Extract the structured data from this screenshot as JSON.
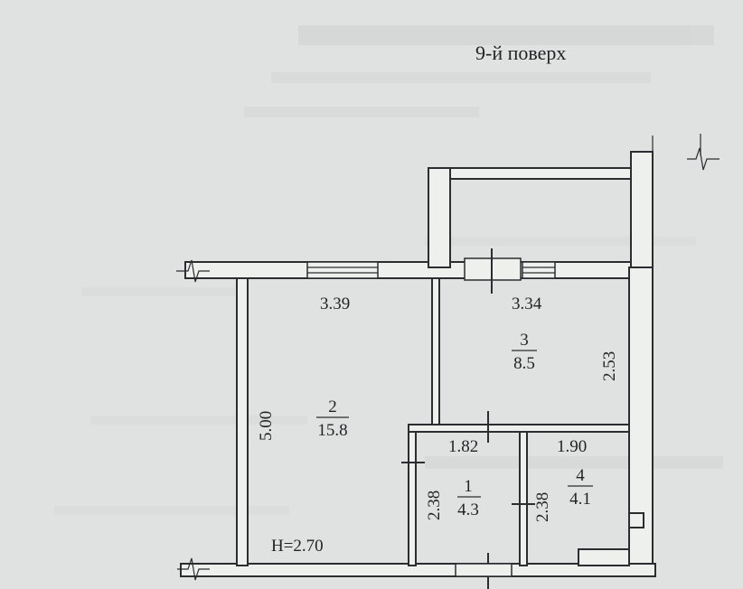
{
  "floor_title": "9-й поверх",
  "ceiling_height": "H=2.70",
  "rooms": [
    {
      "number": "1",
      "area": "4.3"
    },
    {
      "number": "2",
      "area": "15.8"
    },
    {
      "number": "3",
      "area": "8.5"
    },
    {
      "number": "4",
      "area": "4.1"
    }
  ],
  "dimensions": {
    "room2_width": "3.39",
    "room2_height": "5.00",
    "room3_width": "3.34",
    "room3_height": "2.53",
    "room1_width": "1.82",
    "room1_height": "2.38",
    "room4_width": "1.90",
    "room4_height": "2.38"
  },
  "colors": {
    "paper": "#dfe2e0",
    "wall_fill": "#eef0ee",
    "ink": "#2a2e30"
  }
}
